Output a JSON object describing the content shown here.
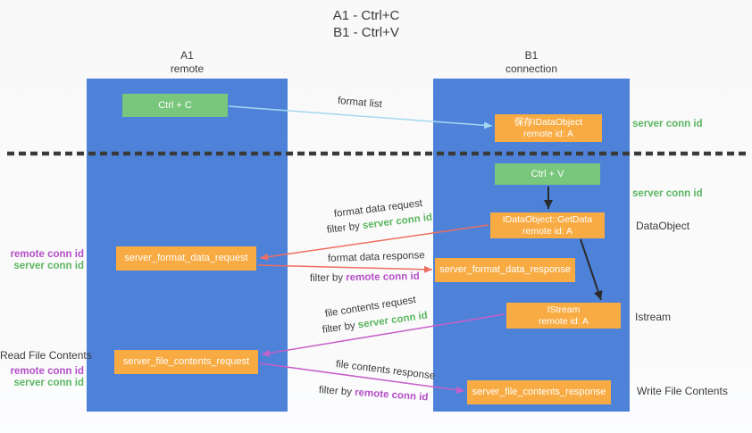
{
  "colors": {
    "bg": "#fafafa",
    "lane-blue": "#4d82d8",
    "box-green": "#79c67d",
    "box-orange": "#f8ab42",
    "arrow-blue": "#a6d7f1",
    "arrow-red": "#ee6e62",
    "arrow-purple": "#c75fc8",
    "arrow-black": "#2b2b2b",
    "dash-line": "#3a3a3a",
    "text-dark": "#3b3b3b",
    "green-text": "#5bb661",
    "purple-text": "#b44ec6"
  },
  "title": {
    "line1": "A1 - Ctrl+C",
    "line2": "B1 - Ctrl+V"
  },
  "lanes": {
    "a1": {
      "id": "A1",
      "role": "remote"
    },
    "b1": {
      "id": "B1",
      "role": "connection"
    }
  },
  "boxes": {
    "ctrl_c": {
      "label": "Ctrl + C"
    },
    "save_idataobject": {
      "line1": "保存IDataObject",
      "line2": "remote id: A"
    },
    "ctrl_v": {
      "label": "Ctrl + V"
    },
    "getdata": {
      "line1": "IDataObject::GetData",
      "line2": "remote id: A"
    },
    "format_request": {
      "label": "server_format_data_request"
    },
    "format_response": {
      "label": "server_format_data_response"
    },
    "istream": {
      "line1": "IStream",
      "line2": "remote id: A"
    },
    "file_request": {
      "label": "server_file_contents_request"
    },
    "file_response": {
      "label": "server_file_contents_response"
    }
  },
  "arrow_labels": {
    "format_list": "format list",
    "format_request": {
      "title": "format data request",
      "filter_prefix": "filter by ",
      "filter_key": "server conn id"
    },
    "format_response": {
      "title": "format data response",
      "filter_prefix": "filter by ",
      "filter_key": "remote conn id"
    },
    "file_request": {
      "title": "file contents request",
      "filter_prefix": "filter by ",
      "filter_key": "server conn id"
    },
    "file_response": {
      "title": "file contents response",
      "filter_prefix": "filter by ",
      "filter_key": "remote conn id"
    }
  },
  "annotations": {
    "right": {
      "server_conn_top": "server conn id",
      "server_conn_mid": "server conn id",
      "dataobject": "DataObject",
      "istream": "Istream",
      "write_file": "Write File Contents"
    },
    "left": {
      "remote_conn_1": "remote conn id",
      "server_conn_1": "server conn id",
      "read_file": "Read File Contents",
      "remote_conn_2": "remote conn id",
      "server_conn_2": "server conn id"
    }
  }
}
